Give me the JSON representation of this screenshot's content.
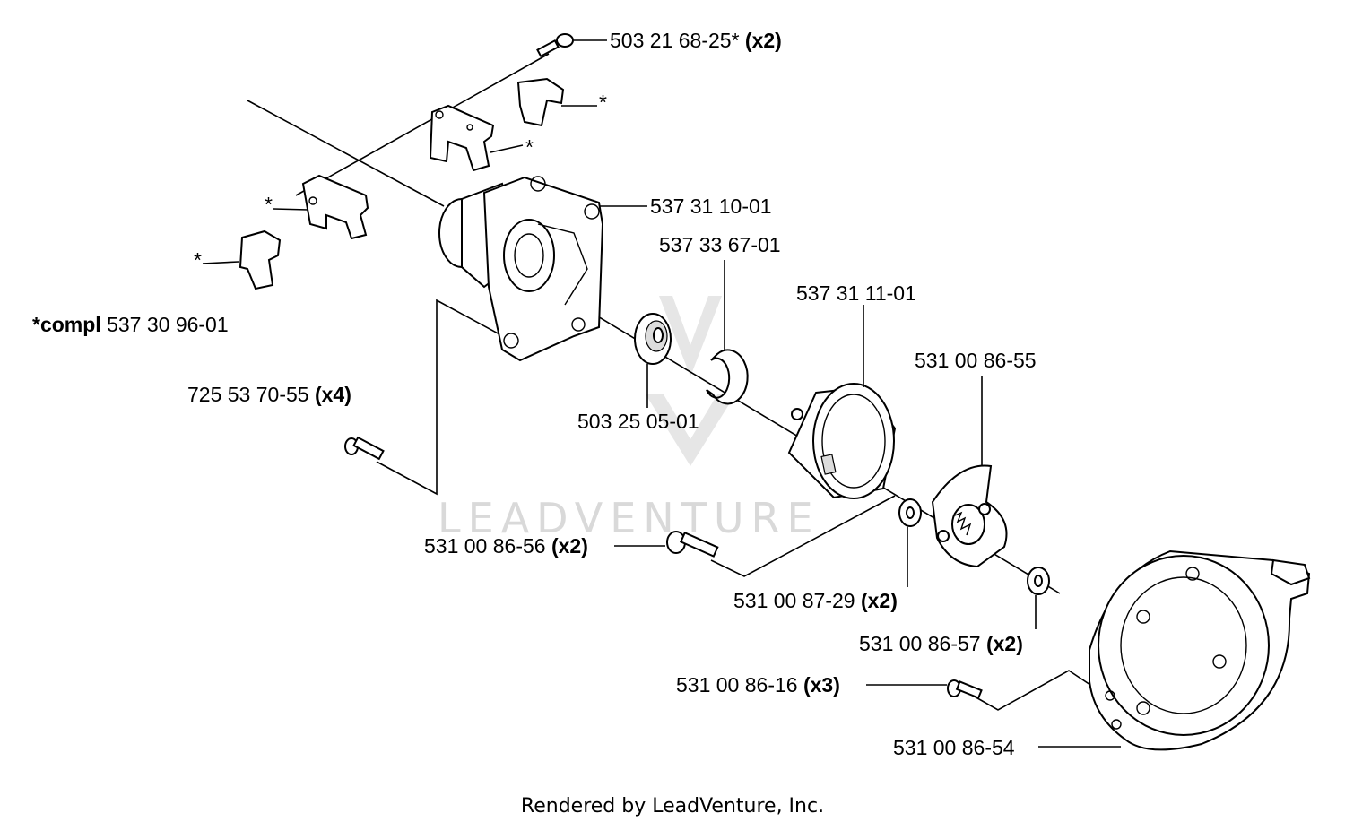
{
  "diagram": {
    "labels": {
      "bolt_top": {
        "part": "503 21 68-25*",
        "qty": "(x2)"
      },
      "asterisk_1": "*",
      "asterisk_2": "*",
      "asterisk_3": "*",
      "asterisk_4": "*",
      "compl_prefix": "*compl",
      "compl_part": "537 30 96-01",
      "clutch_housing": "537 31 10-01",
      "retaining_ring": "537 33 67-01",
      "clutch_drum": "537 31 11-01",
      "clutch_shoe": "531 00 86-55",
      "screw_left": {
        "part": "725 53 70-55",
        "qty": "(x4)"
      },
      "bearing": "503 25 05-01",
      "shoulder_screw": {
        "part": "531 00 86-56",
        "qty": "(x2)"
      },
      "washer_a": {
        "part": "531 00 87-29",
        "qty": "(x2)"
      },
      "washer_b": {
        "part": "531 00 86-57",
        "qty": "(x2)"
      },
      "screw_bottom": {
        "part": "531 00 86-16",
        "qty": "(x3)"
      },
      "fan_housing": "531 00 86-54"
    },
    "watermark": "LEADVENTURE",
    "footer": "Rendered by LeadVenture, Inc."
  }
}
